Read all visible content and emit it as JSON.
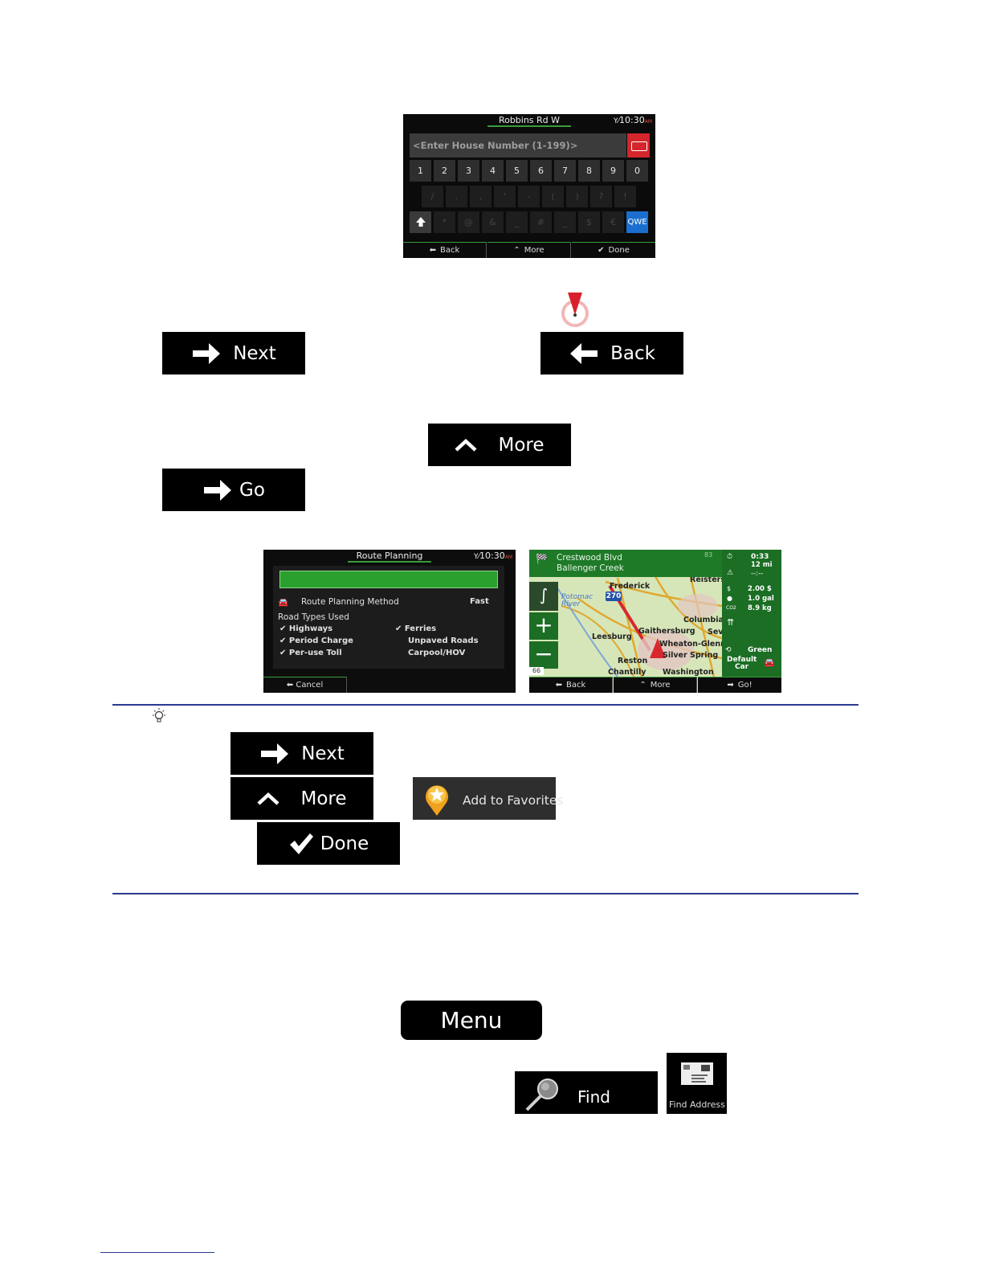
{
  "keyboard_screen": {
    "title": "Robbins Rd W",
    "clock": "10:30",
    "clock_suffix": "AM",
    "input_placeholder": "<Enter House Number (1-199)>",
    "row1": [
      "1",
      "2",
      "3",
      "4",
      "5",
      "6",
      "7",
      "8",
      "9",
      "0"
    ],
    "row2": [
      "/",
      ".",
      ",",
      "'",
      "-",
      "(",
      ")",
      "?",
      "!"
    ],
    "row3": [
      "*",
      "@",
      "&",
      "_",
      "#",
      "_",
      "$",
      "€"
    ],
    "mode_key": "QWE",
    "bottom": {
      "back": "Back",
      "more": "More",
      "done": "Done"
    }
  },
  "buttons": {
    "next": "Next",
    "back": "Back",
    "more": "More",
    "go": "Go"
  },
  "route_screen": {
    "title": "Route Planning",
    "clock": "10:30",
    "clock_suffix": "AM",
    "method_label": "Route Planning Method",
    "method_value": "Fast",
    "road_types_label": "Road Types Used",
    "road_types_left": [
      "Highways",
      "Period Charge",
      "Per-use Toll"
    ],
    "road_types_right": [
      "Ferries",
      "Unpaved Roads",
      "Carpool/HOV"
    ],
    "cancel": "Cancel"
  },
  "map_screen": {
    "street": "Crestwood Blvd",
    "city": "Ballenger Creek",
    "badge": "83",
    "time": "0:33",
    "distance": "12 mi",
    "eta": "--:--",
    "cost": "2.00 $",
    "fuel": "1.0 gal",
    "co2_label": "CO2",
    "co2": "8.9 kg",
    "eco": "Green",
    "vehicle_line1": "Default",
    "vehicle_line2": "Car",
    "route_shield": "270",
    "shield_bottom": "66",
    "places": [
      "Frederick",
      "Reisters",
      "Potomac River",
      "Columbia",
      "Leesburg",
      "Gaithersburg",
      "Sev",
      "Wheaton-Glenm",
      "Silver Spring",
      "Reston",
      "Chantilly",
      "Washington"
    ],
    "bottom": {
      "back": "Back",
      "more": "More",
      "go": "Go!"
    }
  },
  "tip_buttons": {
    "next": "Next",
    "more": "More",
    "done": "Done",
    "add_favorites": "Add to Favorites"
  },
  "menu_button": "Menu",
  "find_button": "Find",
  "find_address_button": "Find Address"
}
